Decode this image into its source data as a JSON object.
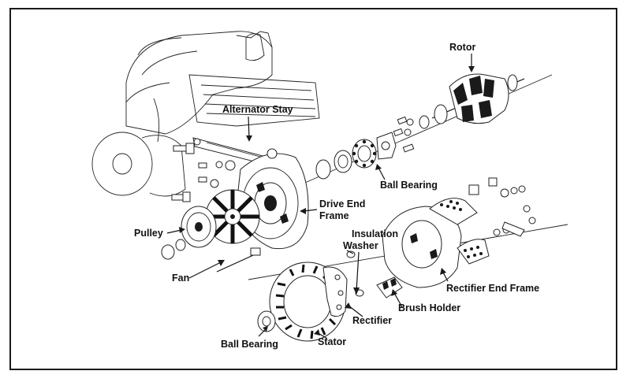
{
  "labels": {
    "rotor": "Rotor",
    "alternator_stay": "Alternator Stay",
    "ball_bearing_top": "Ball Bearing",
    "drive_end_frame_1": "Drive End",
    "drive_end_frame_2": "Frame",
    "insulation_washer_1": "Insulation",
    "insulation_washer_2": "Washer",
    "pulley": "Pulley",
    "fan": "Fan",
    "rectifier_end_frame": "Rectifier End Frame",
    "brush_holder": "Brush Holder",
    "rectifier": "Rectifier",
    "ball_bearing_bottom": "Ball Bearing",
    "stator": "Stator"
  }
}
